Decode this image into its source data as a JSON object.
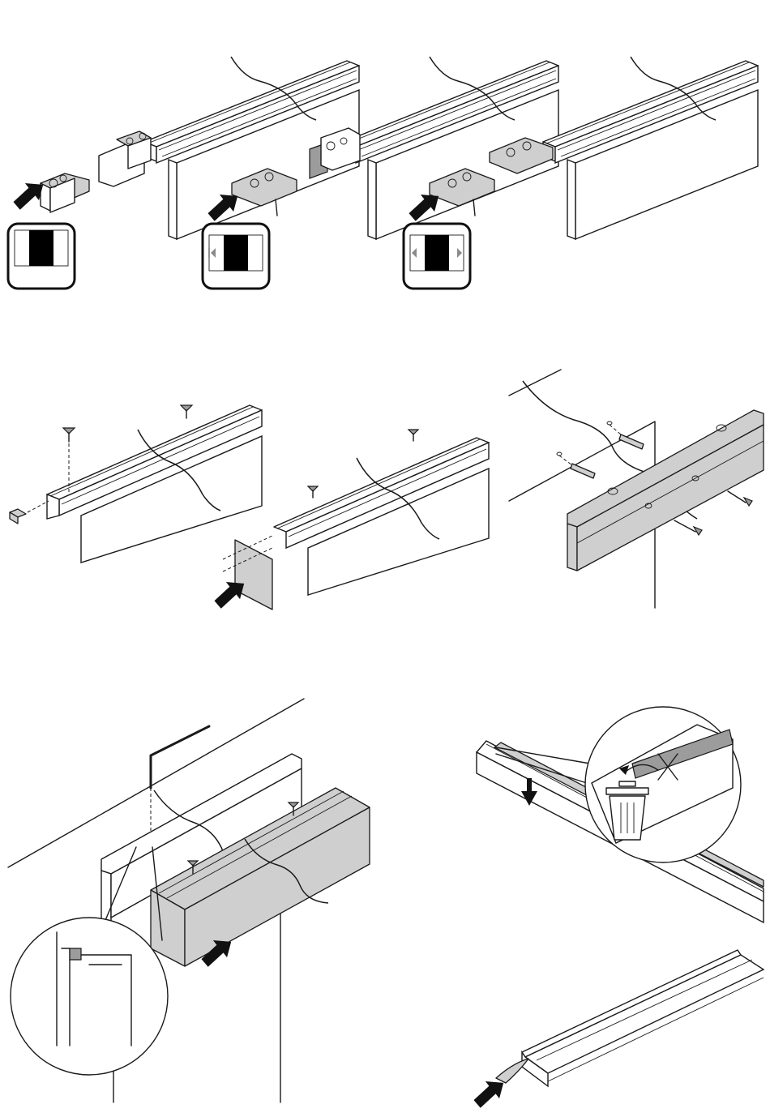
{
  "sheet": {
    "panels": [
      {
        "id": "end-cap-variants"
      },
      {
        "id": "screw-mounting"
      },
      {
        "id": "wall-mounting"
      },
      {
        "id": "cover-installation"
      },
      {
        "id": "strip-removal"
      },
      {
        "id": "end-cap-insert"
      }
    ],
    "symbols": [
      {
        "id": "symbol-closed-end"
      },
      {
        "id": "symbol-one-side-open"
      },
      {
        "id": "symbol-both-sides-open"
      }
    ],
    "colors": {
      "line": "#1a1a1a",
      "part_fill": "#cfcfcf",
      "arrow": "#111111",
      "background": "#ffffff"
    }
  }
}
